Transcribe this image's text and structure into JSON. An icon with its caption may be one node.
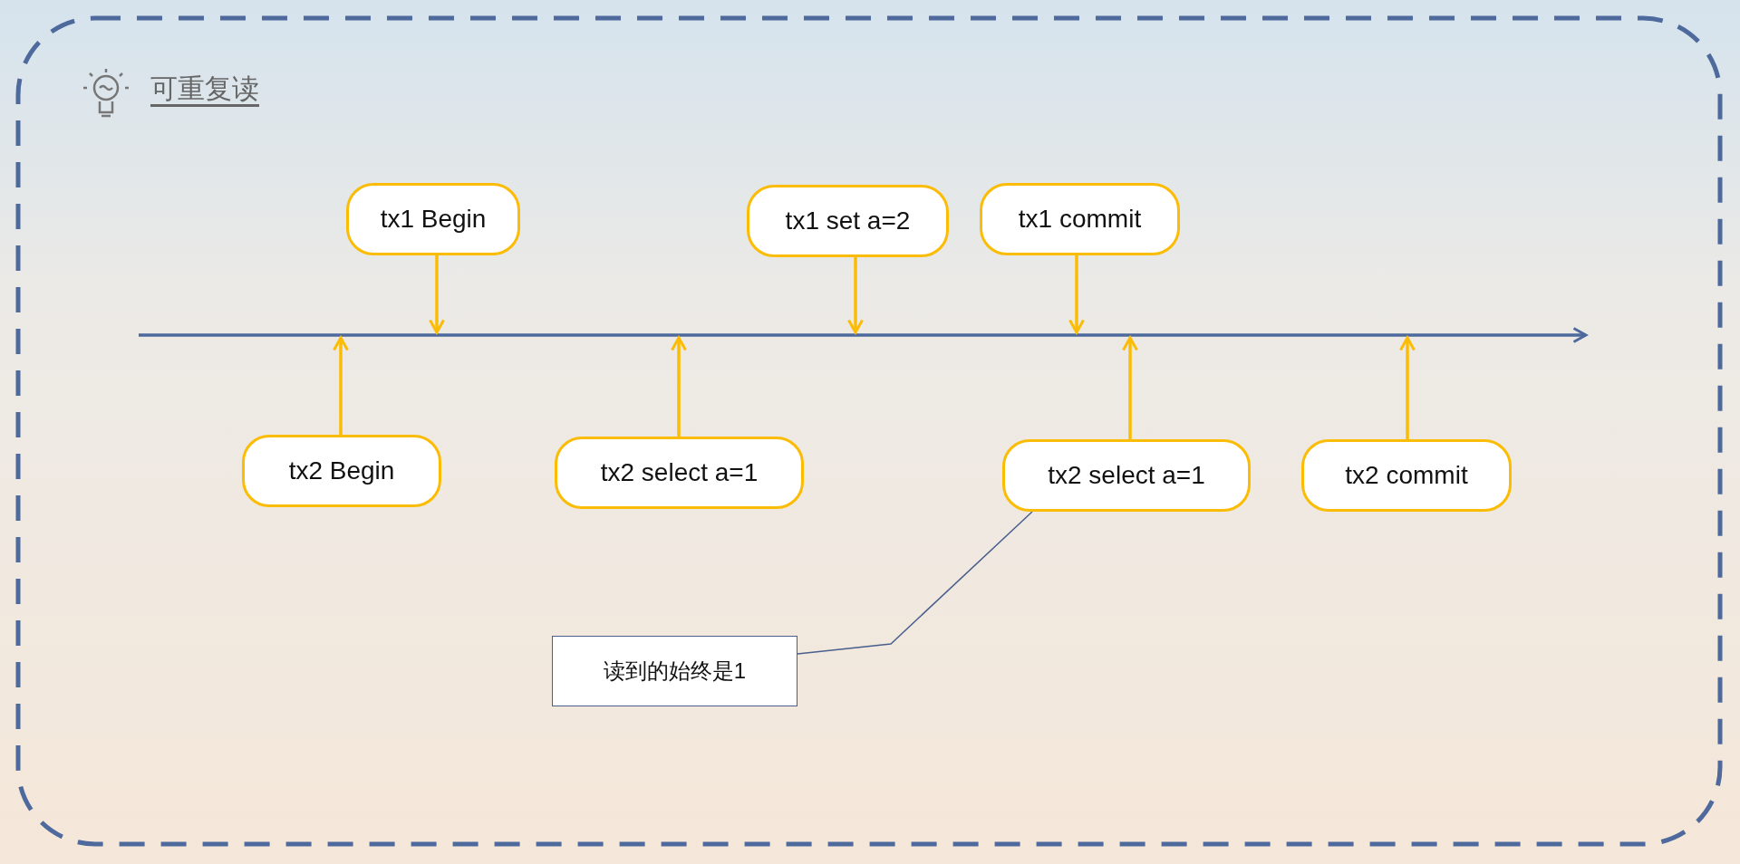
{
  "diagram": {
    "title": "可重复读",
    "nodes": [
      {
        "text": [
          "tx1 Begin"
        ]
      },
      {
        "text": [
          "tx1 set a=2"
        ]
      },
      {
        "text": [
          "tx1 commit"
        ]
      },
      {
        "text": [
          "tx2 Begin"
        ]
      },
      {
        "text": [
          "tx2 select a=1"
        ]
      },
      {
        "text": [
          "tx2 select a=1"
        ]
      },
      {
        "text": [
          "tx2 commit"
        ]
      },
      {
        "text": [
          "读到的始终是1"
        ]
      }
    ],
    "edges": [
      {
        "from": 0,
        "to": null,
        "arrow": "to"
      },
      {
        "from": 1,
        "to": null,
        "arrow": "to"
      },
      {
        "from": 2,
        "to": null,
        "arrow": "to"
      },
      {
        "from": 3,
        "to": null,
        "arrow": "to"
      },
      {
        "from": 4,
        "to": null,
        "arrow": "to"
      },
      {
        "from": 5,
        "to": null,
        "arrow": "to"
      },
      {
        "from": 6,
        "to": null,
        "arrow": "to"
      },
      {
        "from": 7,
        "to": 5,
        "arrow": "none",
        "color": "#4a5f8c"
      }
    ]
  }
}
